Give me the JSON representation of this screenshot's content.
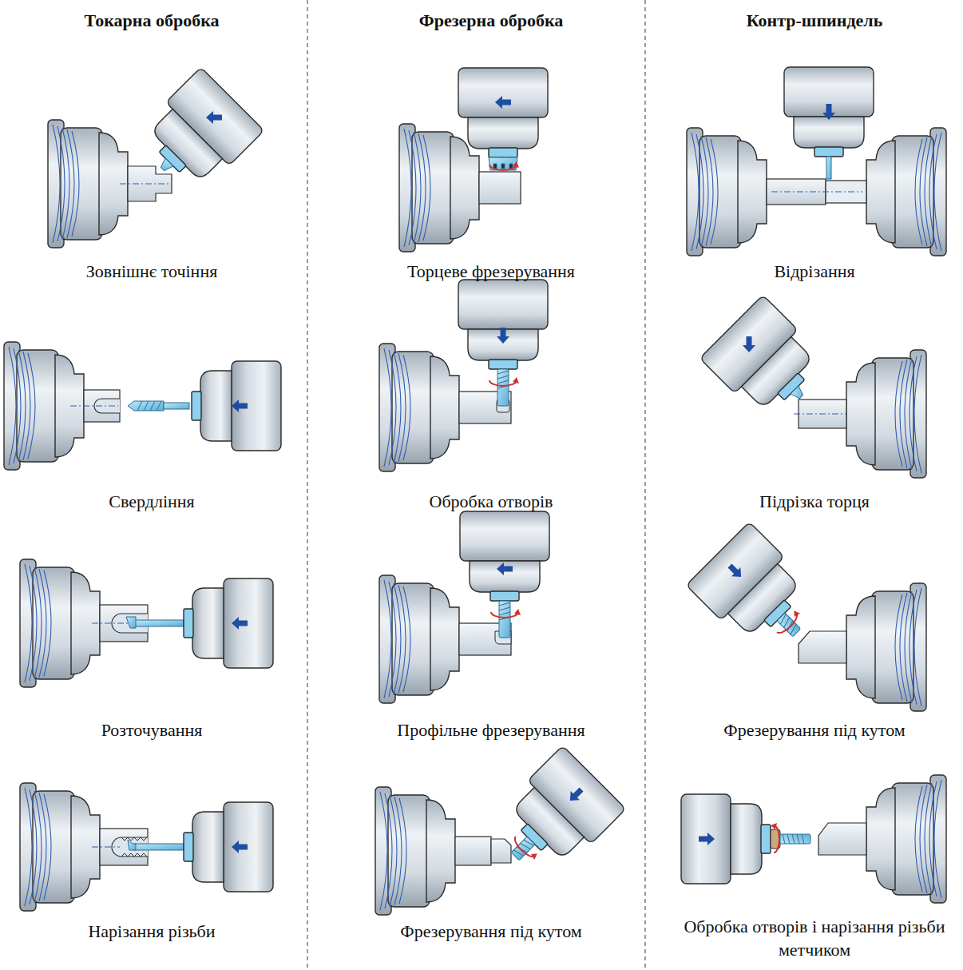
{
  "diagram": {
    "labels": [
      "Токарна обробка",
      "Фрезерна обробка",
      "Контр-шпиндель",
      "Зовнішнє точіння",
      "Свердління",
      "Розточування",
      "Нарізання різьби",
      "Торцеве фрезерування",
      "Обробка отворів",
      "Профільне фрезерування",
      "Фрезерування під кутом",
      "Відрізання",
      "Підрізка торця",
      "Фрезерування під кутом",
      "Обробка отворів і нарізання різьби метчиком"
    ]
  }
}
